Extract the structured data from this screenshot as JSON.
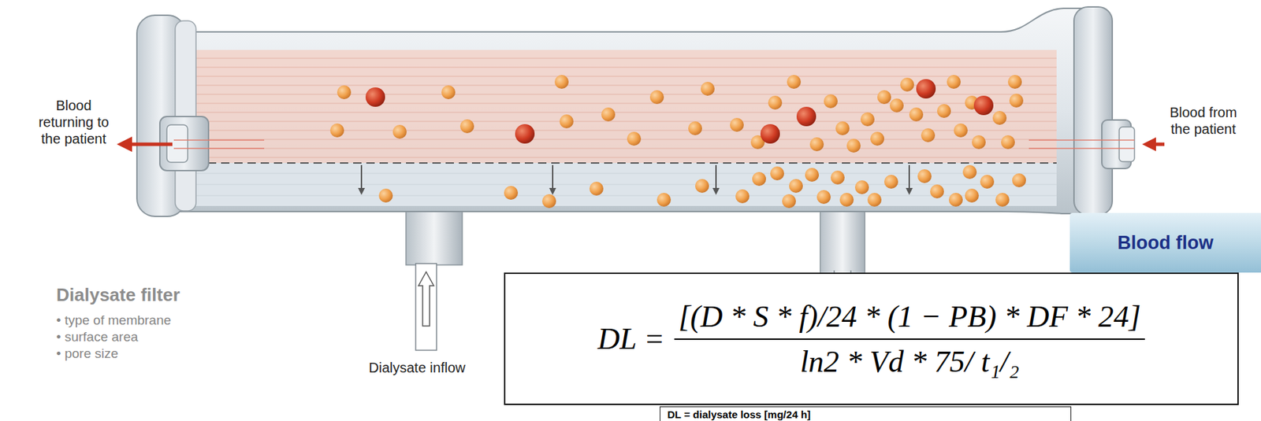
{
  "diagram": {
    "nodes": [
      {
        "text": [
          "Blood flow"
        ]
      },
      {
        "text": [
          "DL =",
          "[(D * S * f)/24 * (1 − PB) * DF * 24]",
          "ln2 * Vd * 75/ t₁/₂"
        ]
      },
      {
        "text": [
          "DL = dialysate loss [mg/24 h]"
        ]
      }
    ],
    "labels": [
      "Blood returning to the patient",
      "Blood from the patient",
      "Dialysate filter",
      "• type of membrane",
      "• surface area",
      "• pore size",
      "Dialysate inflow"
    ]
  }
}
